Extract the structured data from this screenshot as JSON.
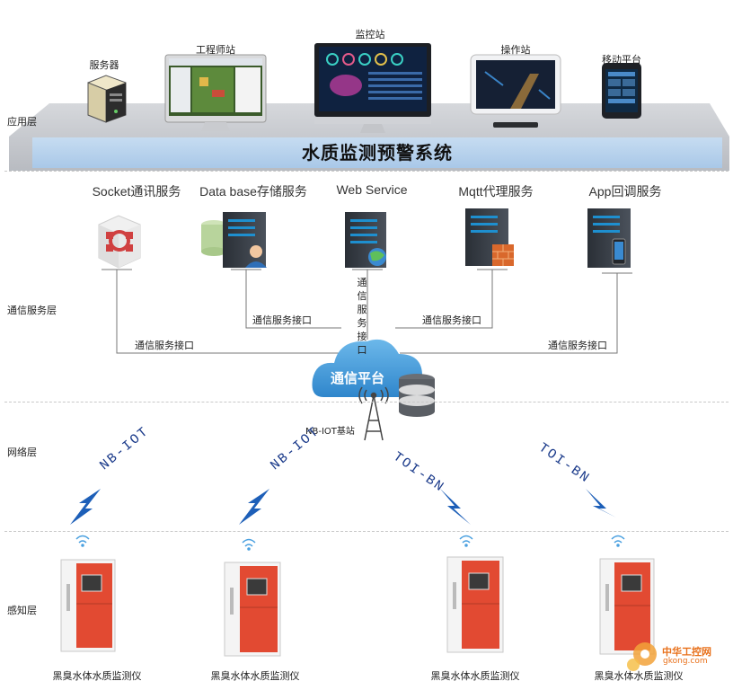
{
  "layers": {
    "application": "应用层",
    "communication": "通信服务层",
    "network": "网络层",
    "perception": "感知层"
  },
  "application": {
    "devices": [
      {
        "label": "服务器",
        "icon": "server-tower-icon"
      },
      {
        "label": "工程师站",
        "icon": "imac-monitor-icon"
      },
      {
        "label": "监控站",
        "icon": "large-monitor-icon"
      },
      {
        "label": "操作站",
        "icon": "tablet-icon"
      },
      {
        "label": "移动平台",
        "icon": "smartphone-icon"
      }
    ],
    "system_title": "水质监测预警系统"
  },
  "services": [
    {
      "label": "Socket通讯服务",
      "icon": "socket-cube-icon"
    },
    {
      "label": "Data base存储服务",
      "icon": "database-server-icon"
    },
    {
      "label": "Web Service",
      "icon": "web-server-icon"
    },
    {
      "label": "Mqtt代理服务",
      "icon": "firewall-server-icon"
    },
    {
      "label": "App回调服务",
      "icon": "app-server-icon"
    }
  ],
  "interfaces": {
    "outer_left": "通信服务接口",
    "inner_left": "通信服务接口",
    "center_vertical": "通信服务接口",
    "inner_right": "通信服务接口",
    "outer_right": "通信服务接口"
  },
  "platform": {
    "title": "通信平台",
    "station": "NB-IOT基站"
  },
  "network_links": [
    {
      "label": "NB-IOT"
    },
    {
      "label": "NB-IOT"
    },
    {
      "label": "TOI-BN"
    },
    {
      "label": "TOI-BN"
    }
  ],
  "sensors": [
    {
      "label": "黑臭水体水质监测仪"
    },
    {
      "label": "黑臭水体水质监测仪"
    },
    {
      "label": "黑臭水体水质监测仪"
    },
    {
      "label": "黑臭水体水质监测仪"
    }
  ],
  "watermark": {
    "text": "中华工控网",
    "url": "gkong.com"
  },
  "colors": {
    "platform_band": "#c9ccd1",
    "title_band": "#b9d3ec",
    "cloud": "#4a9fdc",
    "lightning": "#1d5fb8",
    "sensor_red": "#e24a32",
    "wifi": "#4aa0e0"
  }
}
